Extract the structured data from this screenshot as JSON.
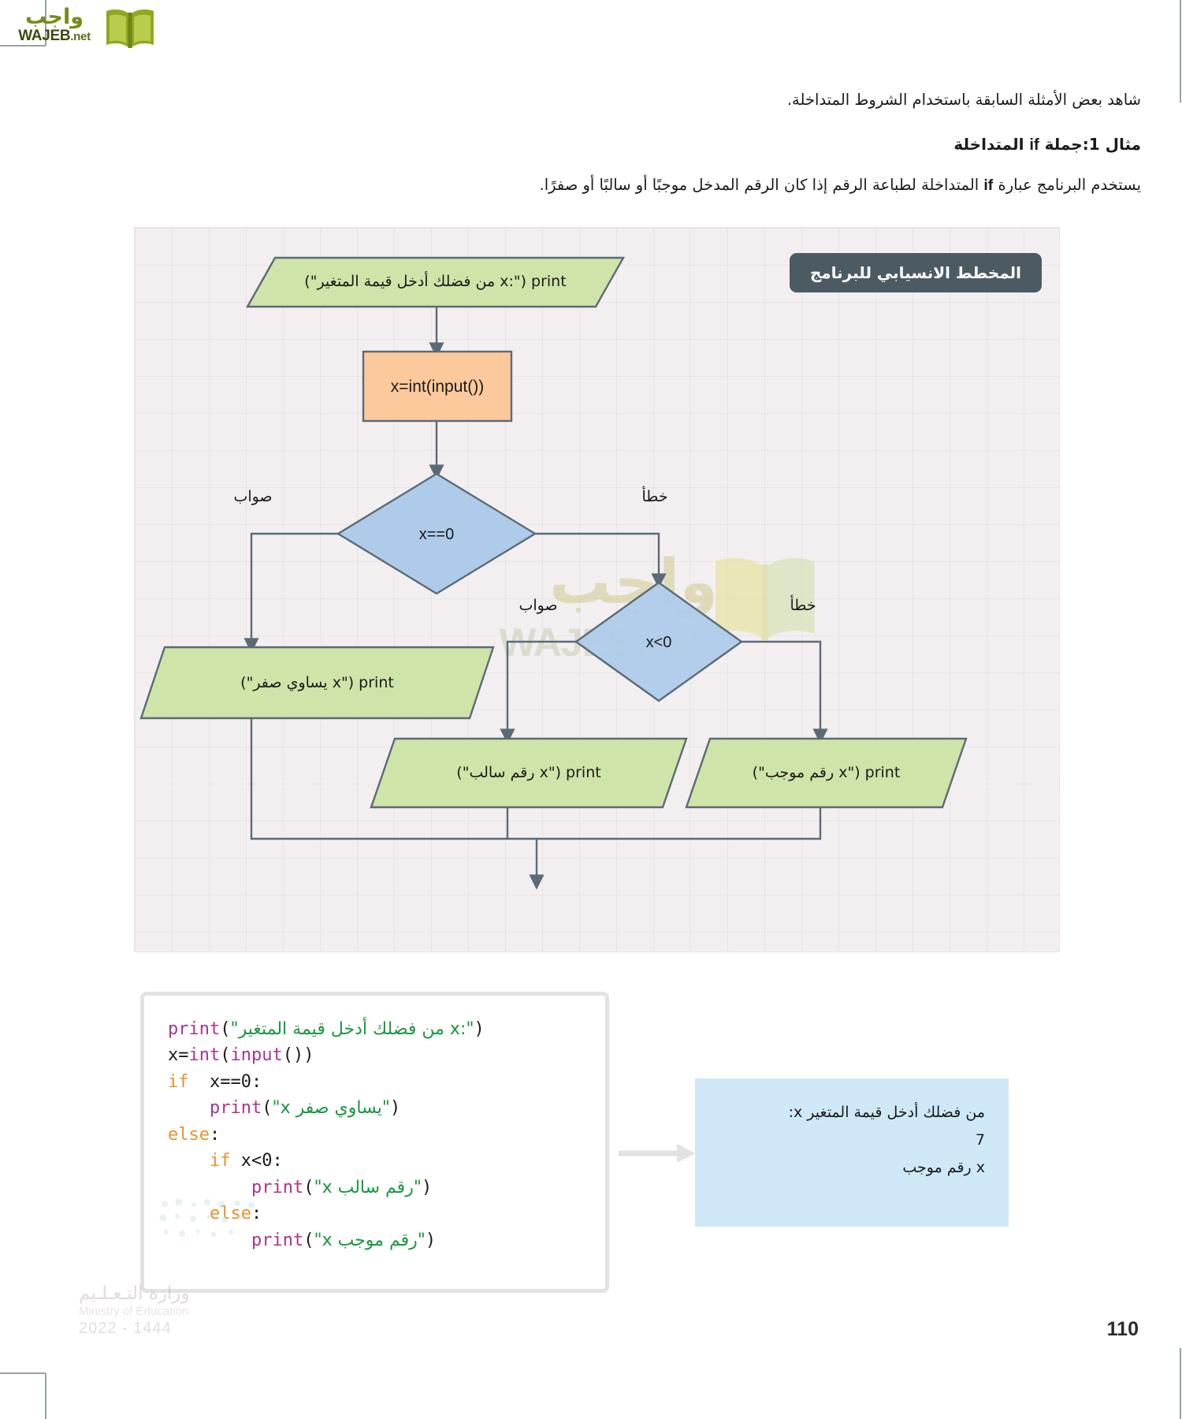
{
  "logo": {
    "arabic": "واجب",
    "english": "WAJEB",
    "tld": ".net",
    "book_icon": "open-book-icon"
  },
  "intro": {
    "lead": "شاهد بعض الأمثلة السابقة باستخدام الشروط المتداخلة.",
    "example_title_prefix": "مثال 1:جملة ",
    "example_title_keyword": "if",
    "example_title_suffix": " المتداخلة",
    "description_a": "يستخدم البرنامج عبارة ",
    "description_keyword": "if",
    "description_b": " المتداخلة لطباعة الرقم إذا كان الرقم المدخل موجبًا أو سالبًا أو صفرًا."
  },
  "flowchart": {
    "badge": "المخطط الانسيابي للبرنامج",
    "nodes": {
      "input_print": "print (\":x من فضلك أدخل قيمة المتغير\")",
      "assign": "x=int(input())",
      "decision_zero": "x==0",
      "decision_neg": "x<0",
      "out_zero": "print (\"x يساوي صفر\")",
      "out_neg": "print (\"x رقم سالب\")",
      "out_pos": "print (\"x رقم موجب\")"
    },
    "edges": {
      "true_1": "صواب",
      "false_1": "خطأ",
      "true_2": "صواب",
      "false_2": "خطأ"
    },
    "watermark": {
      "arabic": "واجب",
      "english": "WAJEB.net"
    },
    "colors": {
      "io_fill": "#cfe4a8",
      "process_fill": "#fbc99b",
      "decision_fill": "#aecbea",
      "stroke": "#5b6b76",
      "badge_bg": "#4c5a63",
      "panel_bg": "#f3eff0"
    }
  },
  "code": {
    "lines": [
      {
        "indent": 0,
        "tokens": [
          {
            "t": "print",
            "c": "fn"
          },
          {
            "t": "(",
            "c": "plain"
          },
          {
            "t": "\"من فضلك أدخل قيمة المتغير x:\"",
            "c": "str"
          },
          {
            "t": ")",
            "c": "plain"
          }
        ]
      },
      {
        "indent": 0,
        "tokens": [
          {
            "t": "x=",
            "c": "plain"
          },
          {
            "t": "int",
            "c": "fn"
          },
          {
            "t": "(",
            "c": "plain"
          },
          {
            "t": "input",
            "c": "fn"
          },
          {
            "t": "())",
            "c": "plain"
          }
        ]
      },
      {
        "indent": 0,
        "tokens": [
          {
            "t": "if",
            "c": "kw"
          },
          {
            "t": "  x==0:",
            "c": "plain"
          }
        ]
      },
      {
        "indent": 1,
        "tokens": [
          {
            "t": "print",
            "c": "fn"
          },
          {
            "t": "(",
            "c": "plain"
          },
          {
            "t": "\"x يساوي صفر\"",
            "c": "str"
          },
          {
            "t": ")",
            "c": "plain"
          }
        ]
      },
      {
        "indent": 0,
        "tokens": [
          {
            "t": "else",
            "c": "kw"
          },
          {
            "t": ":",
            "c": "plain"
          }
        ]
      },
      {
        "indent": 1,
        "tokens": [
          {
            "t": "if",
            "c": "kw"
          },
          {
            "t": " x<0:",
            "c": "plain"
          }
        ]
      },
      {
        "indent": 2,
        "tokens": [
          {
            "t": "print",
            "c": "fn"
          },
          {
            "t": "(",
            "c": "plain"
          },
          {
            "t": "\"x رقم سالب\"",
            "c": "str"
          },
          {
            "t": ")",
            "c": "plain"
          }
        ]
      },
      {
        "indent": 1,
        "tokens": [
          {
            "t": "else",
            "c": "kw"
          },
          {
            "t": ":",
            "c": "plain"
          }
        ]
      },
      {
        "indent": 2,
        "tokens": [
          {
            "t": "print",
            "c": "fn"
          },
          {
            "t": "(",
            "c": "plain"
          },
          {
            "t": "\"x رقم موجب\"",
            "c": "str"
          },
          {
            "t": ")",
            "c": "plain"
          }
        ]
      }
    ],
    "colors": {
      "function": "#a9348f",
      "keyword": "#e8912d",
      "string": "#1a9641",
      "plain": "#1a1a1a"
    }
  },
  "output": {
    "lines": [
      "من فضلك أدخل قيمة المتغير x:",
      "7",
      "x رقم موجب"
    ],
    "bg": "#cfe8f7"
  },
  "footer": {
    "ministry_ar": "وزارة التـعـلـيم",
    "ministry_en": "Ministry of Education",
    "years": "2022 - 1444",
    "page_number": "110"
  }
}
